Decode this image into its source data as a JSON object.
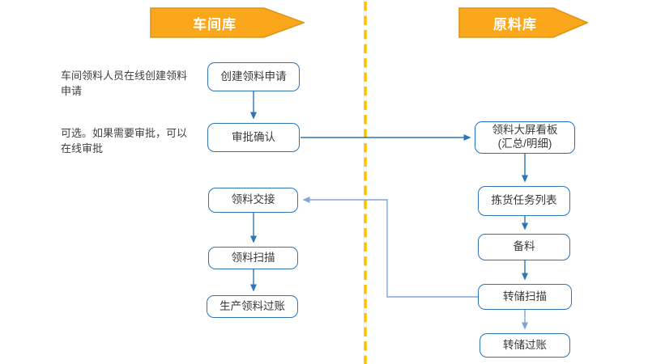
{
  "banners": {
    "left": {
      "label": "车间库"
    },
    "right": {
      "label": "原料库"
    }
  },
  "annotations": [
    {
      "text": "车间领料人员在线创建领料申请"
    },
    {
      "text": "可选。如果需要审批，可以在线审批"
    }
  ],
  "lanes": {
    "left": {
      "nodes": [
        {
          "id": "create-request",
          "label": "创建领料申请"
        },
        {
          "id": "approval-confirm",
          "label": "审批确认"
        },
        {
          "id": "material-handover",
          "label": "领料交接"
        },
        {
          "id": "material-scan",
          "label": "领料扫描"
        },
        {
          "id": "production-posting",
          "label": "生产领料过账"
        }
      ]
    },
    "right": {
      "nodes": [
        {
          "id": "dashboard",
          "label": "领料大屏看板",
          "label2": "(汇总/明细)"
        },
        {
          "id": "picking-task-list",
          "label": "拣货任务列表"
        },
        {
          "id": "material-prep",
          "label": "备料"
        },
        {
          "id": "transfer-scan",
          "label": "转储扫描"
        },
        {
          "id": "transfer-posting",
          "label": "转储过账"
        }
      ]
    }
  },
  "colors": {
    "banner_fill": "#FBA71B",
    "banner_border": "#DE9414",
    "banner_text": "#FFFFFF",
    "box_border": "#2E75B6",
    "box_text": "#383838",
    "arrow": "#2E75B6",
    "arrow_light": "#7EA6DC",
    "divider": "#FFC000",
    "note_text": "#404040"
  }
}
